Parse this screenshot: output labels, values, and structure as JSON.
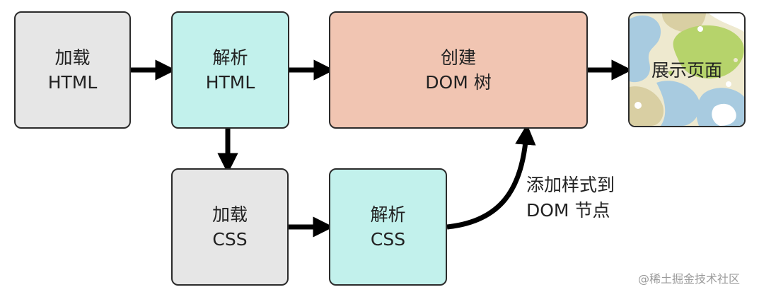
{
  "nodes": {
    "load_html": {
      "line1": "加载",
      "line2": "HTML"
    },
    "parse_html": {
      "line1": "解析",
      "line2": "HTML"
    },
    "create_dom": {
      "line1": "创建",
      "line2": "DOM 树"
    },
    "display_page": {
      "label": "展示页面"
    },
    "load_css": {
      "line1": "加载",
      "line2": "CSS"
    },
    "parse_css": {
      "line1": "解析",
      "line2": "CSS"
    }
  },
  "annotation": {
    "line1": "添加样式到",
    "line2": "DOM 节点"
  },
  "watermark": "@稀土掘金技术社区",
  "colors": {
    "gray_box": "#e6e6e6",
    "cyan_box": "#c2f1ec",
    "salmon_box": "#f1c5b2",
    "border": "#2b2b2b",
    "arrow": "#000000",
    "page_yellow": "#eee9cf",
    "page_blue": "#a8cbe0",
    "page_green": "#b6d36b",
    "page_tan": "#d9cfa3"
  }
}
